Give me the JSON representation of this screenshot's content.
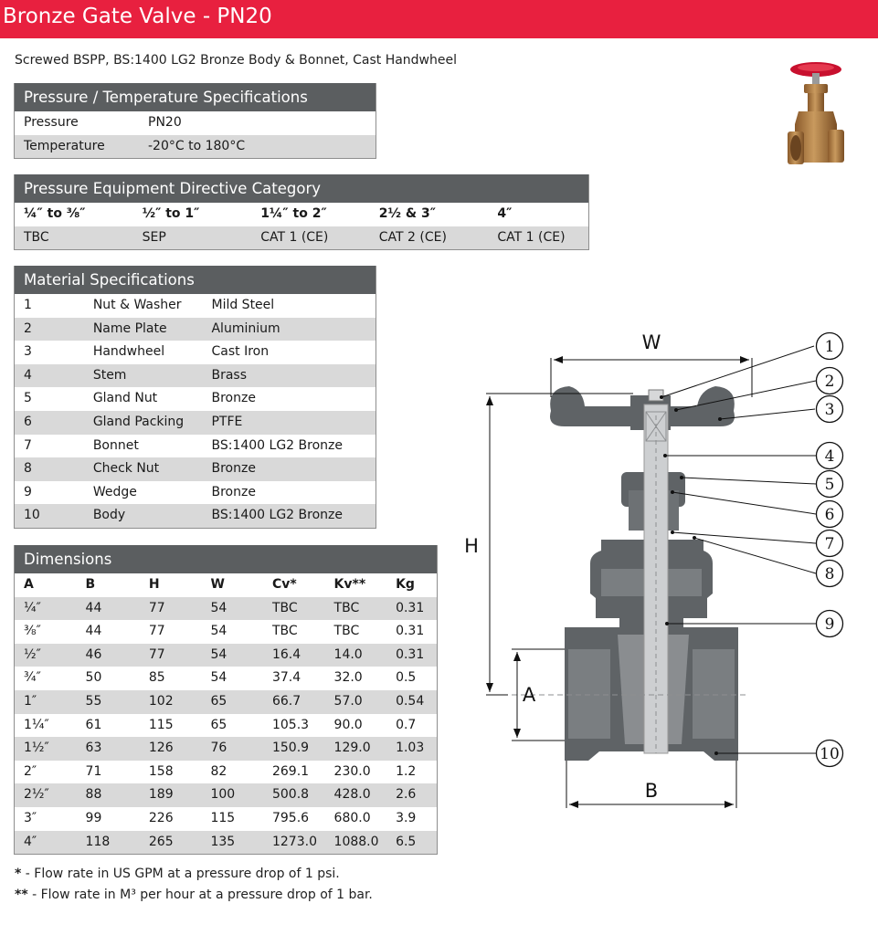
{
  "title": "Bronze Gate Valve - PN20",
  "subtitle": "Screwed BSPP, BS:1400 LG2 Bronze Body & Bonnet, Cast Handwheel",
  "colors": {
    "banner": "#e8203f",
    "table_header": "#5b5e60",
    "row_alt": "#d9d9d9"
  },
  "pressure_temp": {
    "heading": "Pressure / Temperature Specifications",
    "rows": [
      [
        "Pressure",
        "PN20"
      ],
      [
        "Temperature",
        "-20°C to 180°C"
      ]
    ]
  },
  "ped": {
    "heading": "Pressure Equipment Directive Category",
    "columns": [
      "¼″ to ⅜″",
      "½″ to 1″",
      "1¼″ to 2″",
      "2½ & 3″",
      "4″"
    ],
    "values": [
      "TBC",
      "SEP",
      "CAT 1 (CE)",
      "CAT 2 (CE)",
      "CAT 1 (CE)"
    ]
  },
  "materials": {
    "heading": "Material Specifications",
    "rows": [
      [
        "1",
        "Nut & Washer",
        "Mild Steel"
      ],
      [
        "2",
        "Name Plate",
        "Aluminium"
      ],
      [
        "3",
        "Handwheel",
        "Cast Iron"
      ],
      [
        "4",
        "Stem",
        "Brass"
      ],
      [
        "5",
        "Gland Nut",
        "Bronze"
      ],
      [
        "6",
        "Gland Packing",
        "PTFE"
      ],
      [
        "7",
        "Bonnet",
        "BS:1400 LG2 Bronze"
      ],
      [
        "8",
        "Check Nut",
        "Bronze"
      ],
      [
        "9",
        "Wedge",
        "Bronze"
      ],
      [
        "10",
        "Body",
        "BS:1400 LG2 Bronze"
      ]
    ]
  },
  "dimensions": {
    "heading": "Dimensions",
    "columns": [
      "A",
      "B",
      "H",
      "W",
      "Cv*",
      "Kv**",
      "Kg"
    ],
    "rows": [
      [
        "¼″",
        "44",
        "77",
        "54",
        "TBC",
        "TBC",
        "0.31"
      ],
      [
        "⅜″",
        "44",
        "77",
        "54",
        "TBC",
        "TBC",
        "0.31"
      ],
      [
        "½″",
        "46",
        "77",
        "54",
        "16.4",
        "14.0",
        "0.31"
      ],
      [
        "¾″",
        "50",
        "85",
        "54",
        "37.4",
        "32.0",
        "0.5"
      ],
      [
        "1″",
        "55",
        "102",
        "65",
        "66.7",
        "57.0",
        "0.54"
      ],
      [
        "1¼″",
        "61",
        "115",
        "65",
        "105.3",
        "90.0",
        "0.7"
      ],
      [
        "1½″",
        "63",
        "126",
        "76",
        "150.9",
        "129.0",
        "1.03"
      ],
      [
        "2″",
        "71",
        "158",
        "82",
        "269.1",
        "230.0",
        "1.2"
      ],
      [
        "2½″",
        "88",
        "189",
        "100",
        "500.8",
        "428.0",
        "2.6"
      ],
      [
        "3″",
        "99",
        "226",
        "115",
        "795.6",
        "680.0",
        "3.9"
      ],
      [
        "4″",
        "118",
        "265",
        "135",
        "1273.0",
        "1088.0",
        "6.5"
      ]
    ]
  },
  "footnotes": [
    {
      "mark": "*",
      "text": " - Flow rate in US GPM at a pressure drop of 1 psi."
    },
    {
      "mark": "**",
      "text": " - Flow rate in M³ per hour at a pressure drop of 1 bar."
    }
  ],
  "drawing": {
    "dimension_labels": {
      "w": "W",
      "h": "H",
      "a": "A",
      "b": "B"
    },
    "callouts": [
      "1",
      "2",
      "3",
      "4",
      "5",
      "6",
      "7",
      "8",
      "9",
      "10"
    ]
  },
  "photo_icon": "bronze-gate-valve-photo"
}
